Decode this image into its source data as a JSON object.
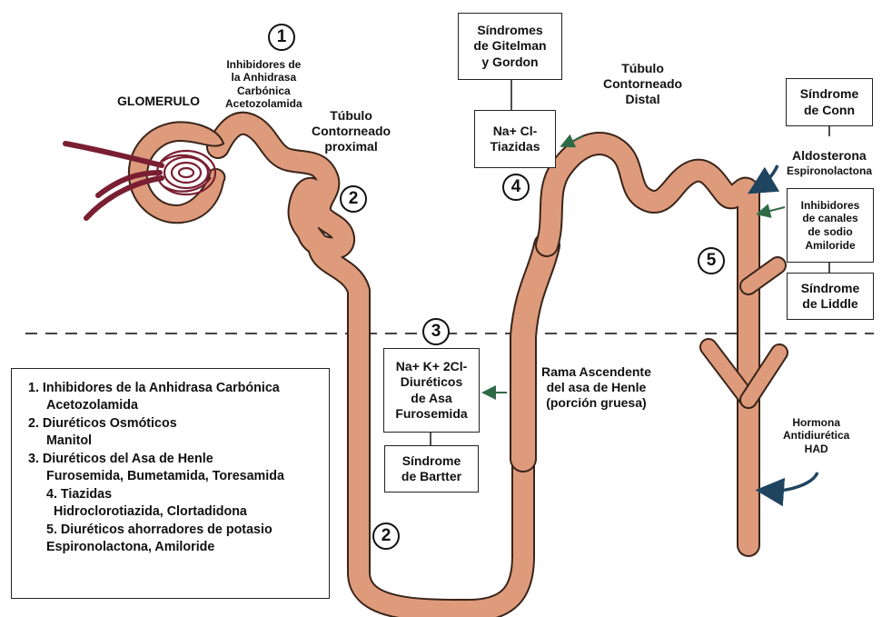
{
  "labels": {
    "glomerulo": "GLOMERULO",
    "inhibidores_1": "Inhibidores de",
    "inhibidores_2": "la Anhidrasa",
    "inhibidores_3": "Carbónica",
    "inhibidores_4": "Acetozolamida",
    "tubulo_prox_1": "Túbulo",
    "tubulo_prox_2": "Contorneado",
    "tubulo_prox_3": "proximal",
    "tubulo_dist_1": "Túbulo",
    "tubulo_dist_2": "Contorneado",
    "tubulo_dist_3": "Distal",
    "rama_1": "Rama Ascendente",
    "rama_2": "del asa de Henle",
    "rama_3": "(porción gruesa)",
    "aldosterona": "Aldosterona",
    "espironolactona": "Espironolactona",
    "hormona_1": "Hormona",
    "hormona_2": "Antidiurética",
    "hormona_3": "HAD"
  },
  "boxes": {
    "gitelman": [
      "Síndromes",
      "de Gitelman",
      "y Gordon"
    ],
    "tiazidas": [
      "Na+ Cl-",
      "Tiazidas"
    ],
    "conn": [
      "Síndrome",
      "de Conn"
    ],
    "canales": [
      "Inhibidores",
      "de canales",
      "de sodio",
      "Amiloride"
    ],
    "liddle": [
      "Síndrome",
      "de Liddle"
    ],
    "asa": [
      "Na+ K+ 2Cl-",
      "Diuréticos",
      "de Asa",
      "Furosemida"
    ],
    "bartter": [
      "Síndrome",
      "de Bartter"
    ]
  },
  "circles": {
    "c1": "1",
    "c2a": "2",
    "c2b": "2",
    "c3": "3",
    "c4": "4",
    "c5": "5"
  },
  "legend": [
    "1. Inhibidores de la Anhidrasa Carbónica",
    "Acetozolamida",
    "2. Diuréticos Osmóticos",
    "Manitol",
    "3. Diuréticos  del Asa de Henle",
    "Furosemida, Bumetamida, Toresamida",
    "4. Tiazidas",
    "Hidroclorotiazida, Clortadidona",
    "5. Diuréticos ahorradores de potasio",
    "Espironolactona, Amiloride"
  ],
  "colors": {
    "tubule_fill": "#DE9B7C",
    "tubule_stroke": "#3a2419",
    "vessel": "#7a1f33",
    "arrow_green": "#2e6a45",
    "arrow_blue": "#1f4460"
  }
}
